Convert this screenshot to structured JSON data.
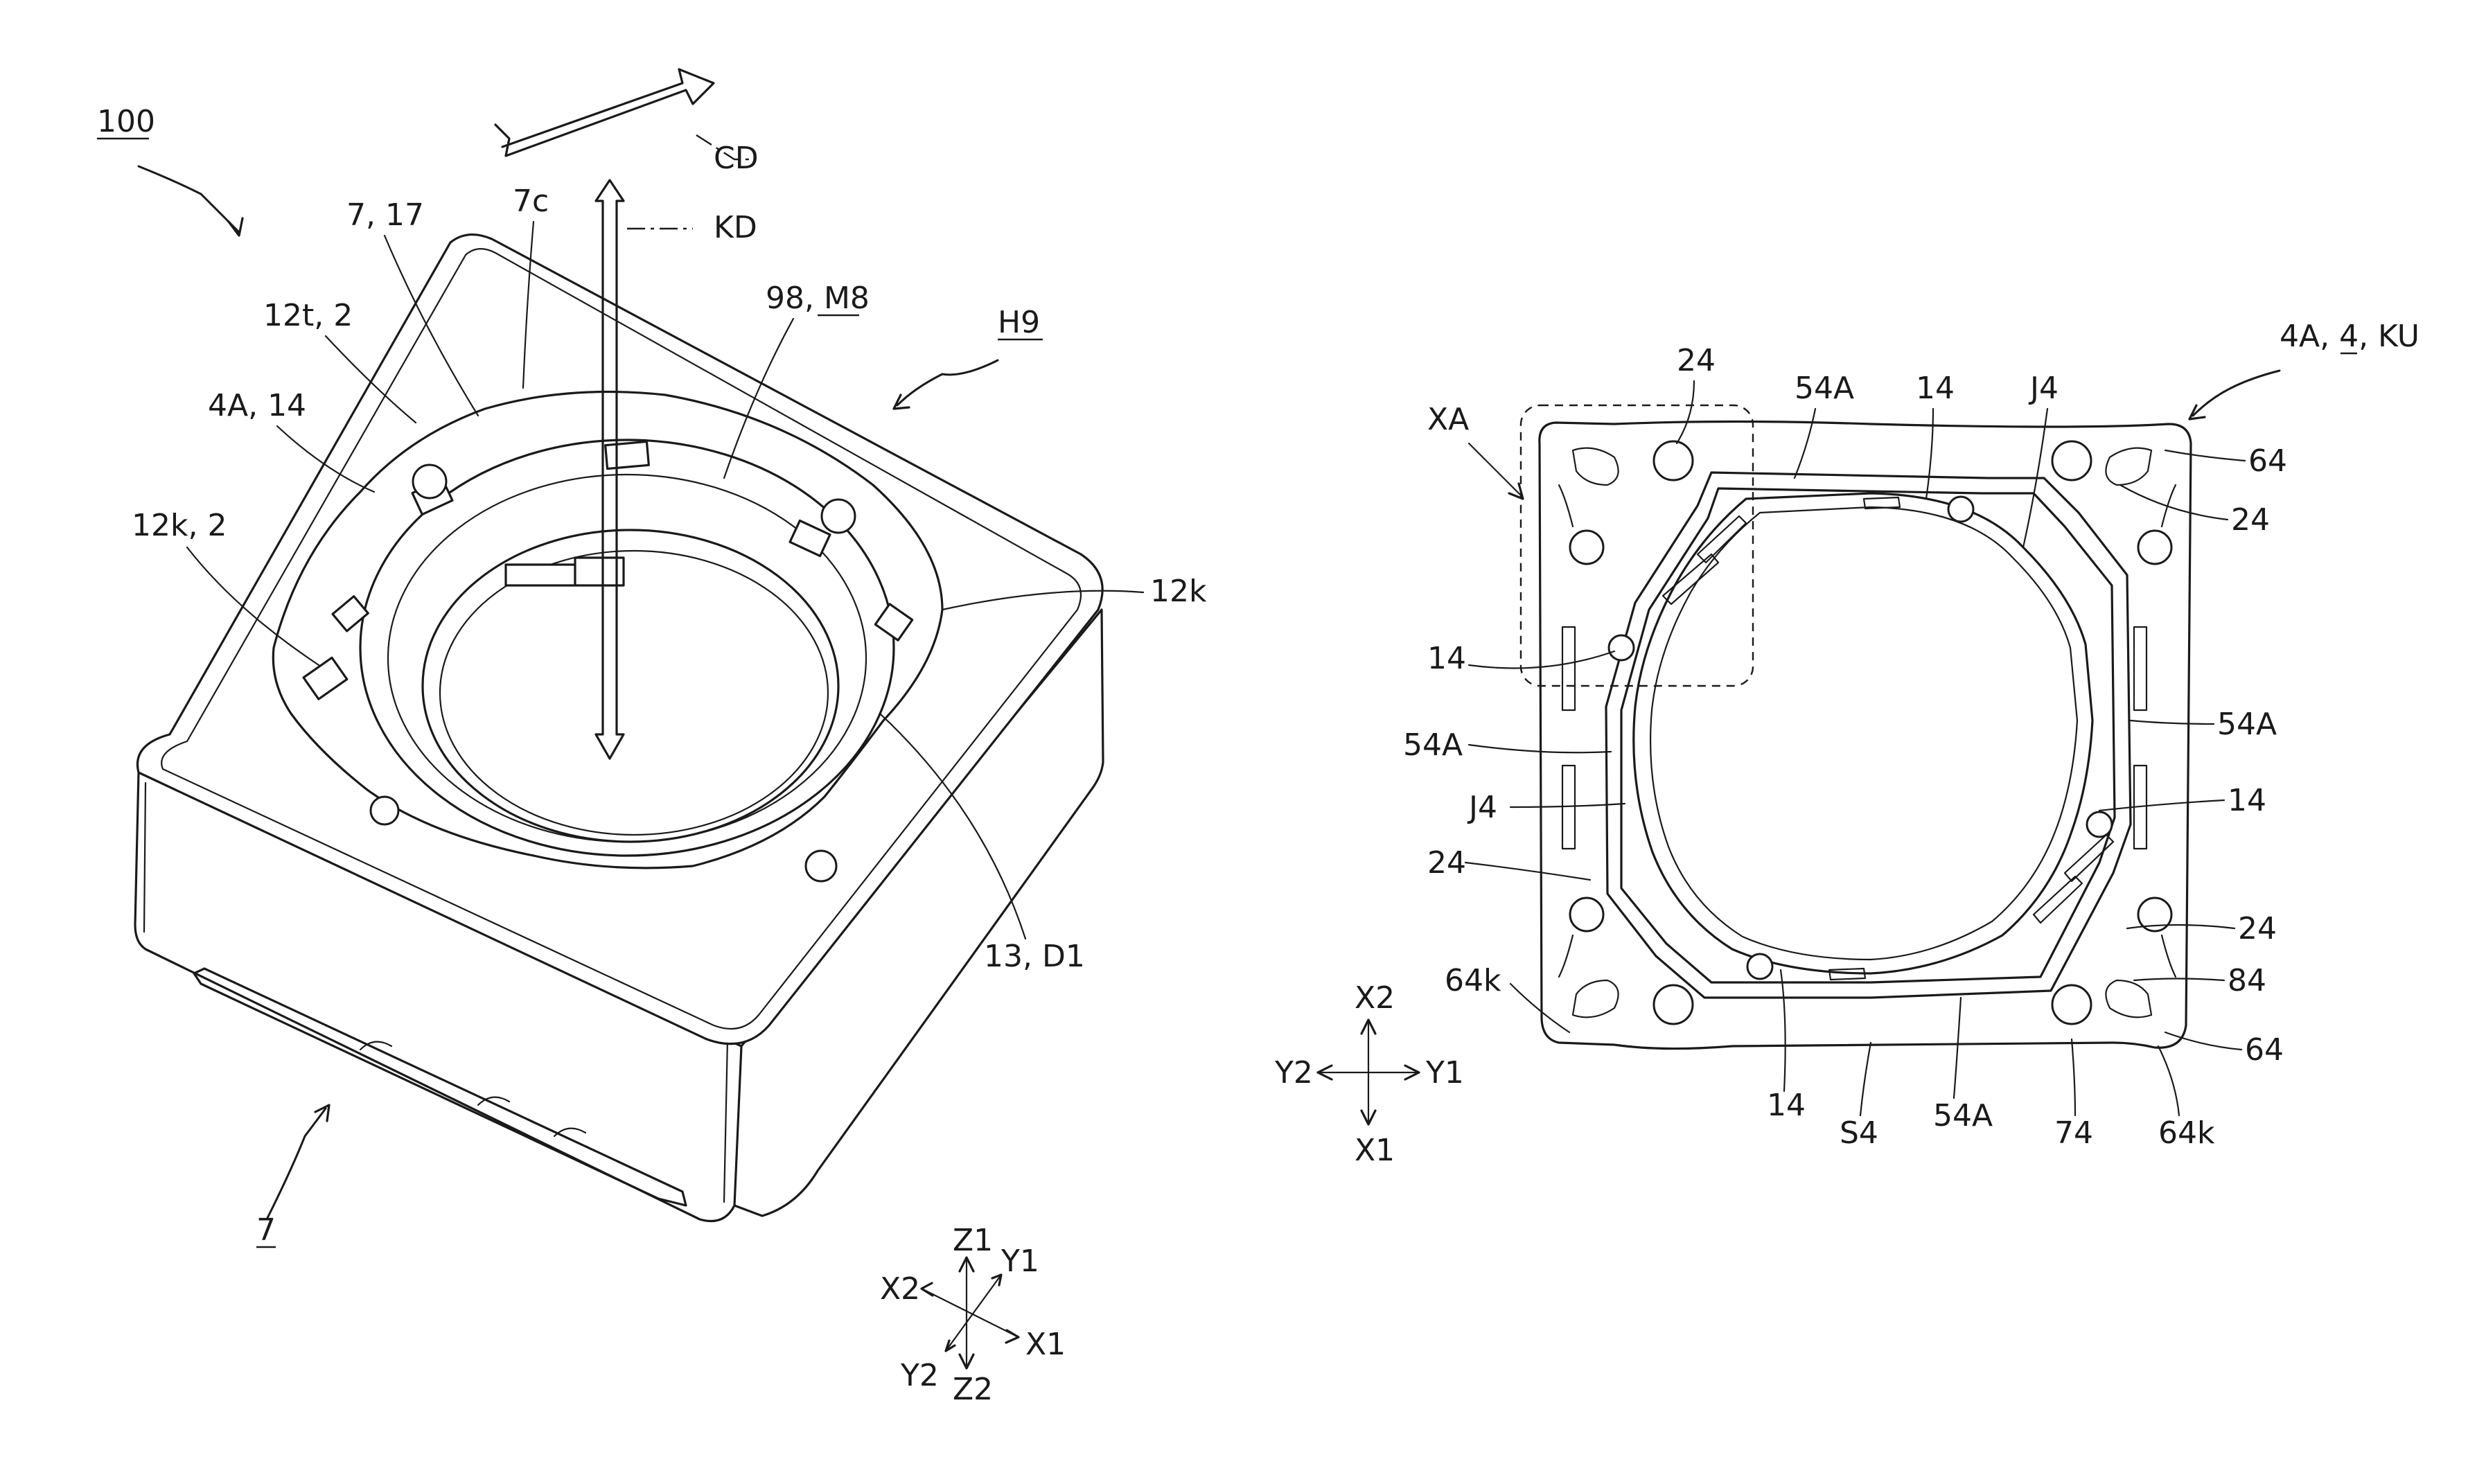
{
  "figure": {
    "left_view": {
      "ref_device": "100",
      "direction_cd": "CD",
      "direction_kd": "KD",
      "housing": "H9",
      "label_98_m8": "98, M8",
      "label_98_m8_plain": "98, ",
      "label_98_m8_under": "M8",
      "label_7c": "7c",
      "label_7_17": "7, 17",
      "label_12t_2": "12t, 2",
      "label_4a_14": "4A, 14",
      "label_12k_2": "12k, 2",
      "label_12k": "12k",
      "label_13_d1": "13, D1",
      "label_7": "7",
      "axes": {
        "z1": "Z1",
        "y1": "Y1",
        "x2": "X2",
        "x1": "X1",
        "y2": "Y2",
        "z2": "Z2"
      }
    },
    "right_view": {
      "ref_assembly_plain": "4A, ",
      "ref_assembly_under": "4",
      "ref_assembly_tail": ", KU",
      "detail_xa": "XA",
      "labels": {
        "l24_top": "24",
        "l54a_top": "54A",
        "l14_top": "14",
        "lj4_top": "J4",
        "l64_tr": "64",
        "l24_tr": "24",
        "l14_left": "14",
        "l54a_left": "54A",
        "l54a_right": "54A",
        "lj4_left": "J4",
        "l14_right": "14",
        "l24_left": "24",
        "l24_rb": "24",
        "l64k_left": "64k",
        "l84": "84",
        "l64_br": "64",
        "l14_bottom": "14",
        "ls4": "S4",
        "l54a_bottom": "54A",
        "l74": "74",
        "l64k_br": "64k"
      },
      "axes": {
        "x2": "X2",
        "y2": "Y2",
        "y1": "Y1",
        "x1": "X1"
      }
    }
  }
}
